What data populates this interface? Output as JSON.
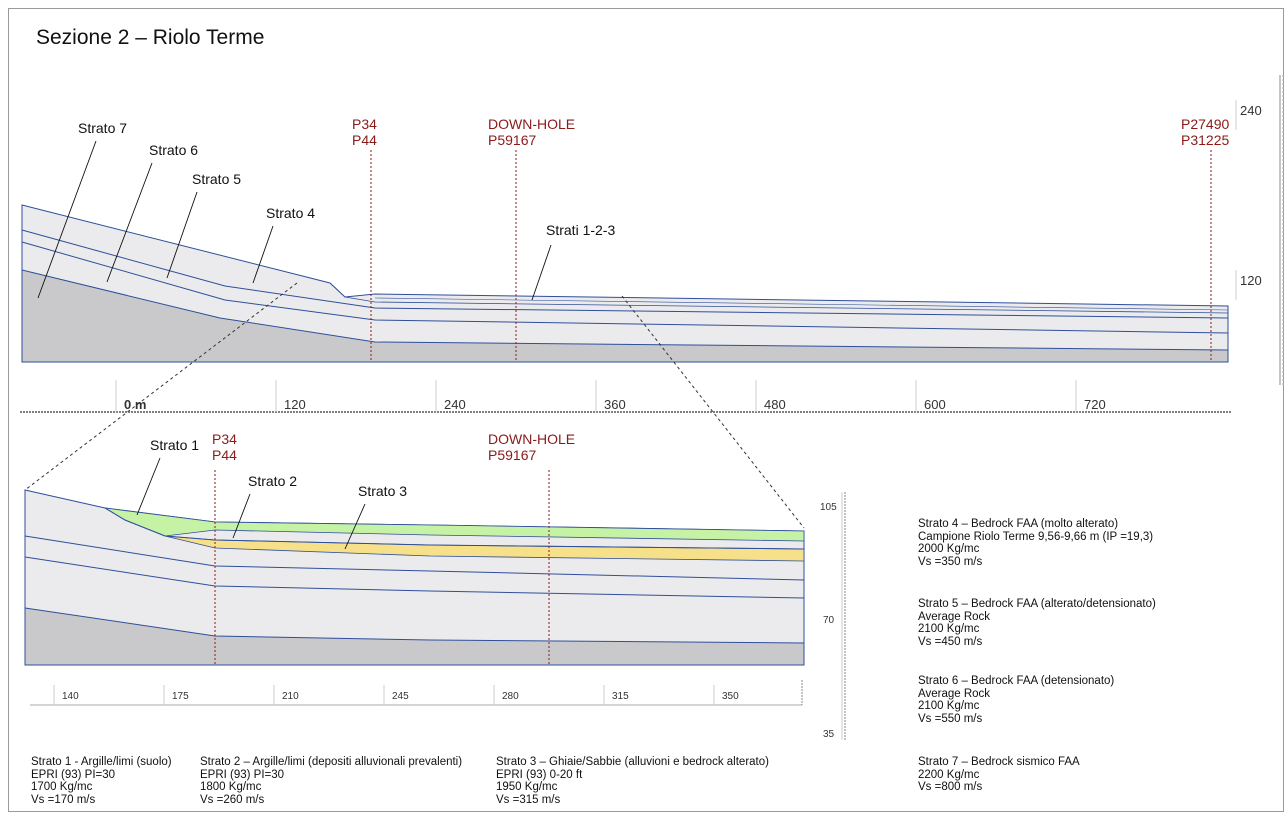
{
  "title": "Sezione 2 – Riolo Terme",
  "upper_section": {
    "layer_labels": [
      "Strato 7",
      "Strato 6",
      "Strato 5",
      "Strato 4",
      "Strati 1-2-3"
    ],
    "wells": [
      {
        "lines": [
          "P34",
          "P44"
        ]
      },
      {
        "lines": [
          "DOWN-HOLE",
          "P59167"
        ]
      },
      {
        "lines": [
          "P27490",
          "P31225"
        ]
      }
    ],
    "x_axis_ticks": [
      "0 m",
      "120",
      "240",
      "360",
      "480",
      "600",
      "720"
    ],
    "y_axis_ticks": [
      "240",
      "120"
    ]
  },
  "lower_section": {
    "layer_labels": [
      "Strato 1",
      "Strato 2",
      "Strato 3"
    ],
    "wells": [
      {
        "lines": [
          "P34",
          "P44"
        ]
      },
      {
        "lines": [
          "DOWN-HOLE",
          "P59167"
        ]
      }
    ],
    "x_axis_ticks": [
      "140",
      "175",
      "210",
      "245",
      "280",
      "315",
      "350"
    ],
    "y_axis_ticks": [
      "105",
      "70",
      "35"
    ]
  },
  "colors": {
    "layer_fill": "#ebebed",
    "bedrock_fill": "#c9c9cc",
    "layer_line": "#2f4f9a",
    "strato1_fill": "#c6f2a6",
    "strato3_fill": "#f7e08a",
    "well_line": "#8b1a1a"
  },
  "legend": {
    "strato1": [
      "Strato 1 - Argille/limi (suolo)",
      "EPRI (93) PI=30",
      "1700 Kg/mc",
      "Vs =170 m/s"
    ],
    "strato2": [
      "Strato 2 – Argille/limi (depositi alluvionali prevalenti)",
      "EPRI (93) PI=30",
      "1800 Kg/mc",
      "Vs =260 m/s"
    ],
    "strato3": [
      "Strato 3 – Ghiaie/Sabbie (alluvioni e bedrock alterato)",
      "EPRI (93) 0-20 ft",
      "1950 Kg/mc",
      "Vs =315 m/s"
    ],
    "strato4": [
      "Strato 4 – Bedrock FAA (molto alterato)",
      "Campione Riolo Terme 9,56-9,66 m (IP =19,3)",
      "2000 Kg/mc",
      "Vs =350 m/s"
    ],
    "strato5": [
      "Strato 5 – Bedrock FAA (alterato/detensionato)",
      "Average Rock",
      "2100 Kg/mc",
      "Vs =450 m/s"
    ],
    "strato6": [
      "Strato 6 – Bedrock FAA (detensionato)",
      "Average Rock",
      "2100 Kg/mc",
      "Vs =550 m/s"
    ],
    "strato7": [
      "Strato 7 – Bedrock sismico FAA",
      "2200 Kg/mc",
      "Vs =800 m/s"
    ]
  }
}
